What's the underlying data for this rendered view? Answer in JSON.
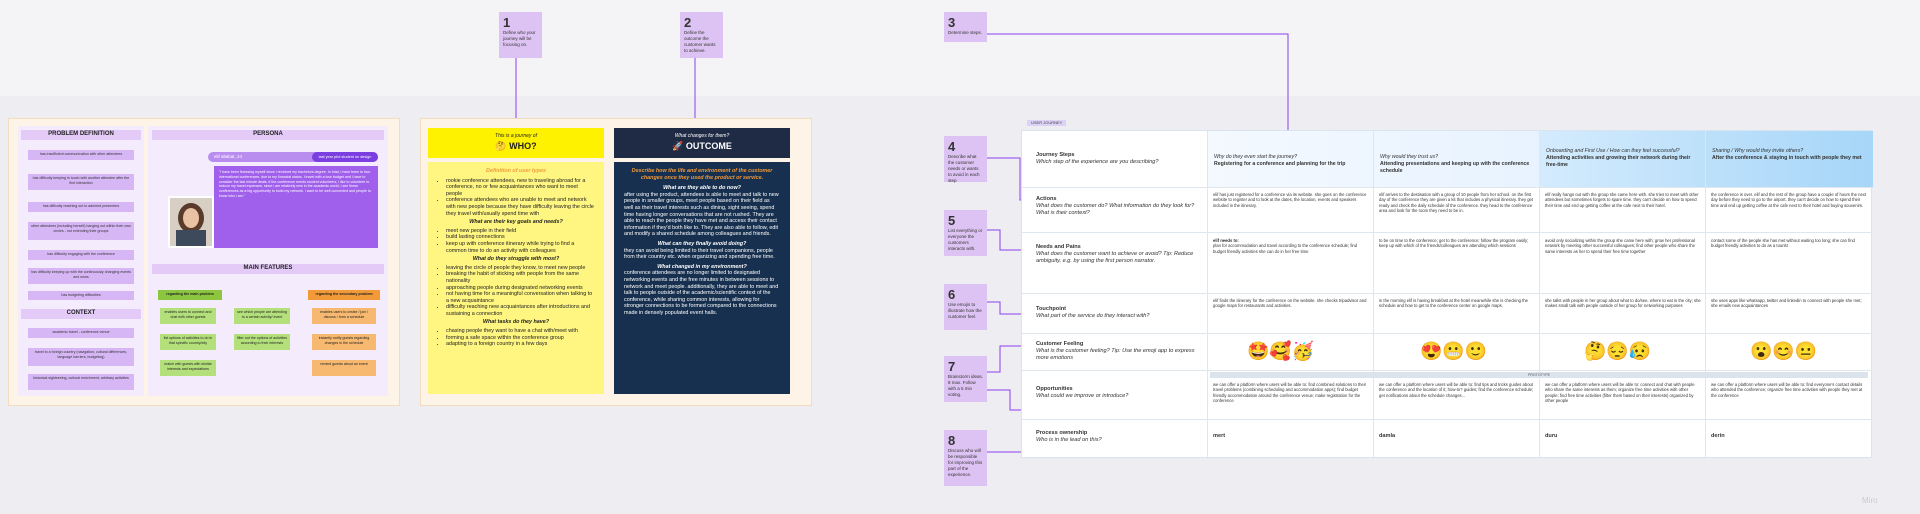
{
  "steps": [
    {
      "num": "1",
      "text": "Define who your journey will be focusing on."
    },
    {
      "num": "2",
      "text": "Define the outcome the customer wants to achieve."
    },
    {
      "num": "3",
      "text": "Determine steps."
    },
    {
      "num": "4",
      "text": "Describe what the customer needs or wants to avoid in each step"
    },
    {
      "num": "5",
      "text": "List everything or everyone the customers interacts with."
    },
    {
      "num": "6",
      "text": "Use emojis to illustrate how the customer feel."
    },
    {
      "num": "7",
      "text": "Brainstorm ideas. 8 max. Follow with a 5 min voting."
    },
    {
      "num": "8",
      "text": "Discuss who will be responsible for improving this part of the experience."
    }
  ],
  "problem_definition": {
    "title": "PROBLEM DEFINITION",
    "notes": [
      "has insufficient communication with other attendees",
      "has difficulty keeping in touch with another attendee after the first interaction",
      "has difficulty reaching out to admired presenters",
      "other attendees (including herself) hanging out within their own circles - not extending their groups",
      "has difficulty engaging with the conference",
      "has difficulty keeping up with the continuously changing events and news",
      "has budgeting difficulties"
    ]
  },
  "context": {
    "title": "CONTEXT",
    "notes": [
      "academic travel - conference venue",
      "travel to a foreign country (navigation, cultural differences, language barriers, budgeting)",
      "historical sightseeing, cultural enrichment, arbitrary activities"
    ]
  },
  "persona": {
    "title": "PERSONA",
    "name": "elif altabat, 24",
    "tag": "last year phd student on design",
    "quote": "\"i have been finessing myself since i received my bachelors degree. In total, i have been to four international conferences. due to my financial status, i travel with a tour budget and i have to consider the last minute deals. if the conference needs student volunteers, i like to volunteer to reduce my travel expenses. since i am relatively new in the academic world, i see these conferences as a big opportunity to build my network. i want to be well connected and people to know who i am.\""
  },
  "main_features": {
    "title": "MAIN FEATURES",
    "main_label": "regarding the main problem",
    "secondary_label": "regarding the secondary problem",
    "col1": [
      "enables users to connect and chat with other guests",
      "list options of activities to do in that specific country/city",
      "match with guests with similar interests and expectations"
    ],
    "col2": [
      "see which people are attending to a certain activity/ event",
      "filter out the options of activities according to their interests"
    ],
    "col3": [
      "enables users to create / join / discuss / form a schedule",
      "instantly notify guests regarding changes in the schedule",
      "remind guests about an event"
    ]
  },
  "who": {
    "label": "This is a journey of",
    "title": "WHO?",
    "section_title": "Definition of user types",
    "users": [
      "rookie conference attendees, new to traveling abroad for a conference, no or few acquaintances who want to meet people",
      "conference attendees who are unable to meet and network with new people because they have difficulty leaving the circle they travel with/usually spend time with"
    ],
    "goals_q": "What are their key goals and needs?",
    "goals": [
      "meet new people in their field",
      "build lasting connections",
      "keep up with conference itinerary while trying to find a common time to do an activity with colleagues"
    ],
    "struggle_q": "What do they struggle with most?",
    "struggle": [
      "leaving the circle of people they know, to meet new people",
      "breaking the habit of sticking with people from the same nationality",
      "approaching people during designated networking events",
      "not having time for a meaningful conversation when talking to a new acquaintance",
      "difficulty reaching new acquaintances after introductions and sustaining a connection"
    ],
    "tasks_q": "What tasks do they have?",
    "tasks": [
      "chasing people they want to have a chat with/meet with",
      "forming a safe space within the conference group",
      "adapting to a foreign country in a few days"
    ]
  },
  "outcome": {
    "label": "What changes for them?",
    "title": "OUTCOME",
    "intro": "Describe how the life and environment of the customer changes once they used the product or service.",
    "able_q": "What are they able to do now?",
    "able": "after using the product, attendees is able to meet and talk to new people in smaller groups, meet people based on their field as well as their travel interests such as dining, sight seeing, spend time having longer conversations that are not rushed. They are able to reach the people they have met and access their contact information if they'd both like to. They are also able to follow, edit and modify a shared schedule among colleagues and friends.",
    "finally_q": "What can they finally avoid doing?",
    "finally": "they can avoid being limited to their travel companions, people from their country etc. when organizing and spending free time.",
    "env_q": "What changed in my environment?",
    "env": "conference attendees are no longer limited to designated networking events and the free minutes in between sessions to network and meet people. additionally, they are able to meet and talk to people outside of the academic/scientific context of the conference, while sharing common interests, allowing for stronger connections to be formed compared to the connections made in densely populated event halls."
  },
  "journey": {
    "tag": "USER JOURNEY",
    "rows": [
      {
        "title": "Journey Steps",
        "sub": "Which step of the experience are you describing?"
      },
      {
        "title": "Actions",
        "sub": "What does the customer do? What information do they look for? What is their context?"
      },
      {
        "title": "Needs and Pains",
        "sub": "What does the customer want to achieve or avoid? Tip: Reduce ambiguity, e.g. by using the first person narrator."
      },
      {
        "title": "Touchpoint",
        "sub": "What part of the service do they interact with?"
      },
      {
        "title": "Customer Feeling",
        "sub": "What is the customer feeling? Tip: Use the emoji app to express more emotions"
      },
      {
        "title": "Opportunities",
        "sub": "What could we improve or introduce?"
      },
      {
        "title": "Process ownership",
        "sub": "Who is in the lead on this?"
      }
    ],
    "steps": [
      {
        "q": "Why do they even start the journey?",
        "title": "Registering for a conference and planning for the trip"
      },
      {
        "q": "Why would they trust us?",
        "title": "Attending presentations and keeping up with the conference schedule"
      },
      {
        "q": "Onboarding and First Use / How can they feel successful?",
        "title": "Attending activities and growing their network during their free-time"
      },
      {
        "q": "Sharing / Why would they invite others?",
        "title": "After the conference & staying in touch with people they met"
      }
    ],
    "actions": [
      "elif has just registered for a conference via its website. she goes on the conference website to register and to look at the dates, the location, events and speakers included in the itinerary.",
      "elif arrives to the destination with a group of 10 people from her school. on the first day of the conference they are given a kit that includes a physical itinerary. they get ready and check the daily schedule of the conference. they head to the conference area and look for the room they need to be in.",
      "elif really hangs out with the group she came here with. she tries to meet with other attendees but sometimes forgets to spare time. they can't decide on how to spend their time and end up getting coffee at the cafe next to their hotel.",
      "the conference is over. elif and the rest of the group have a couple of hours the next day before they need to go to the airport. they can't decide on how to spend their time and end up getting coffee at the cafe next to their hotel and buying souvenirs."
    ],
    "needs_label": "elif needs to:",
    "needs": [
      "plan for accommodation and travel according to the conference schedule; find budget friendly activities she can do in her free time",
      "to be on time to the conference; get to the conference; follow the program easily; keep up with which of the friends/colleagues are attending which sessions",
      "avoid only socializing within the group she came here with; grow her professional network by meeting other successful colleagues; find other people who share the same interests as her to spend their free time together",
      "contact some of the people she has met without waiting too long; she can find budget friendly activities to do as a tourist"
    ],
    "touch": [
      "elif finds the itinerary for the conference on the website. she checks tripadvisor and google maps for restaurants and activities.",
      "in the morning elif is having breakfast at the hotel meanwhile she is checking the schedule and how to get to the conference center on google maps.",
      "she talks with people in her group about what to do/see, where to eat in the city; she makes small talk with people outside of her group for networking purposes",
      "she uses apps like whatsapp, twitter and linkedin to connect with people she met; she emails new acquaintances"
    ],
    "feelings": [
      "🤩🥰🥳",
      "😍😬🙂",
      "🤔😔😥",
      "😮😊😐"
    ],
    "opp_tag": "PROTOTYPE",
    "opps": [
      "we can offer a platform where users will be able to: find combined solutions to their travel problems (combining scheduling and accommodation apps); find budget friendly accommodation around the conference venue; make registration for the conference",
      "we can offer a platform where users will be able to: find tips and tricks guides about the conference and the location of it; how-to? guides; find the conference schedule; get notifications about the schedule changes...",
      "we can offer a platform where users will be able to: connect and chat with people who share the same interests as them; organize free time activities with other people; find free time activities (filter them based on their interests) organized by other people",
      "we can offer a platform where users will be able to: find everyone's contact details who attended the conference; organize free time activities with people they met at the conference"
    ],
    "owners": [
      "mert",
      "damla",
      "duru",
      "derin"
    ]
  },
  "watermark": "Miro"
}
